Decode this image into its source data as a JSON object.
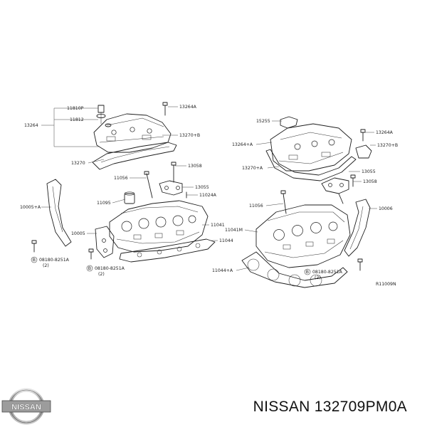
{
  "diagram": {
    "ref_code": "R11009N",
    "labels": {
      "l11810p": "11810P",
      "l11812": "11812",
      "l13264": "13264",
      "l13264a_left": "13264A",
      "l13270b_left": "13270+B",
      "l13270": "13270",
      "l13058_left": "13058",
      "l11056_left": "11056",
      "l13055_left": "13055",
      "l11024a": "11024A",
      "l11095": "11095",
      "l10005a": "10005+A",
      "l11041": "11041",
      "l10005": "10005",
      "l11044": "11044",
      "l08180_left": "08180-8251A",
      "l08180_left_qty": "(2)",
      "l08180_mid": "08180-8251A",
      "l08180_mid_qty": "(2)",
      "l15255": "15255",
      "l13264a_right": "13264A",
      "l13264_a": "13264+A",
      "l13270b_right": "13270+B",
      "l13270_a": "13270+A",
      "l13055_right": "13055",
      "l13058_right": "13058",
      "l11056_right": "11056",
      "l10006": "10006",
      "l11041m": "11041M",
      "l11044_a": "11044+A",
      "l08180_right": "08180-8251A",
      "l08180_right_qty": "(2)"
    }
  },
  "brand": {
    "logo_text": "NISSAN",
    "part_title": "NISSAN 132709PM0A"
  },
  "colors": {
    "line": "#1e1e1e",
    "text": "#222222",
    "background": "#ffffff"
  }
}
